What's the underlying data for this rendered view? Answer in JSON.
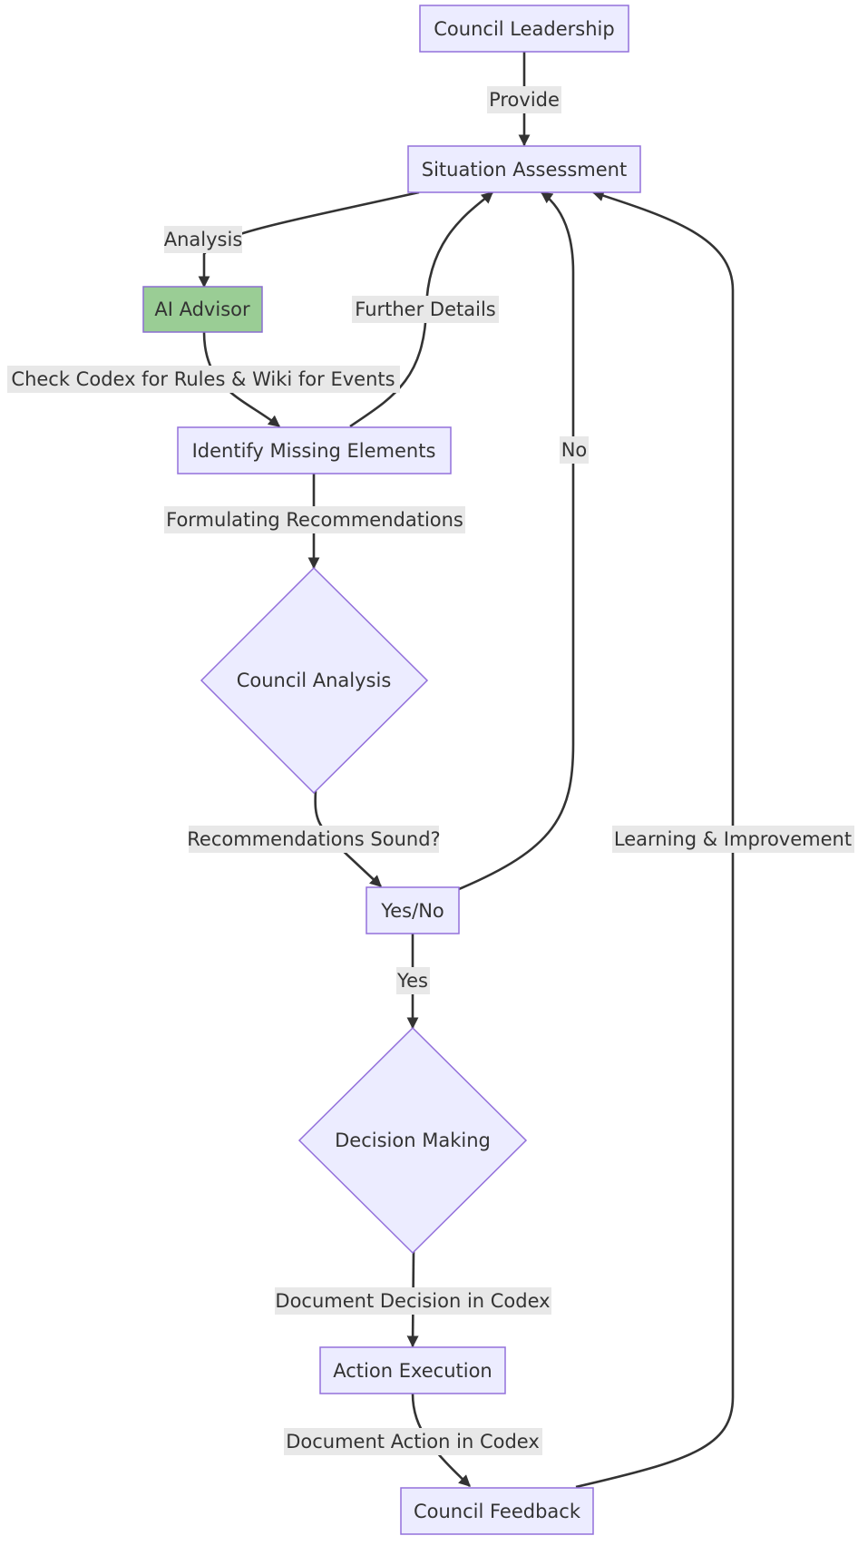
{
  "nodes": {
    "council_leadership": "Council Leadership",
    "situation_assessment": "Situation Assessment",
    "ai_advisor": "AI Advisor",
    "identify_missing": "Identify Missing Elements",
    "council_analysis": "Council Analysis",
    "yes_no": "Yes/No",
    "decision_making": "Decision Making",
    "action_execution": "Action Execution",
    "council_feedback": "Council Feedback"
  },
  "edges": {
    "provide": "Provide",
    "analysis": "Analysis",
    "further_details": "Further Details",
    "check_codex": "Check Codex for Rules & Wiki for Events",
    "no": "No",
    "formulating": "Formulating Recommendations",
    "recommendations_sound": "Recommendations Sound?",
    "learning": "Learning & Improvement",
    "yes": "Yes",
    "document_decision": "Document Decision in Codex",
    "document_action": "Document Action in Codex"
  },
  "colors": {
    "node_fill": "#ECECFF",
    "node_stroke": "#9370DB",
    "advisor_fill": "#9ACD95",
    "edge": "#333333",
    "label_bg": "#E8E8E8"
  }
}
